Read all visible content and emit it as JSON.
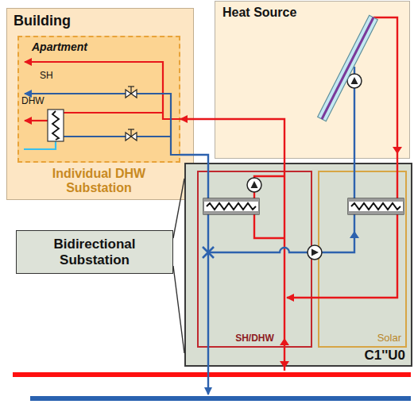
{
  "diagram": {
    "nodes": [
      {
        "text": [
          "Building"
        ]
      },
      {
        "text": [
          "Apartment",
          "Individual DHW Substation"
        ],
        "in": 0
      },
      {
        "text": [
          "Heat Source"
        ]
      },
      {
        "text": [
          "C1''U0"
        ]
      },
      {
        "text": [
          "SH/DHW"
        ],
        "in": 3
      },
      {
        "text": [
          "Solar"
        ],
        "in": 3
      },
      {
        "text": [
          "Bidirectional Substation"
        ]
      }
    ],
    "edges": [
      {
        "from": 4,
        "to": 1,
        "arrow": "to"
      },
      {
        "from": 1,
        "to": 4,
        "arrow": "none"
      },
      {
        "from": 6,
        "to": 3,
        "arrow": "none"
      }
    ],
    "labels": [
      "SH",
      "DHW"
    ]
  }
}
